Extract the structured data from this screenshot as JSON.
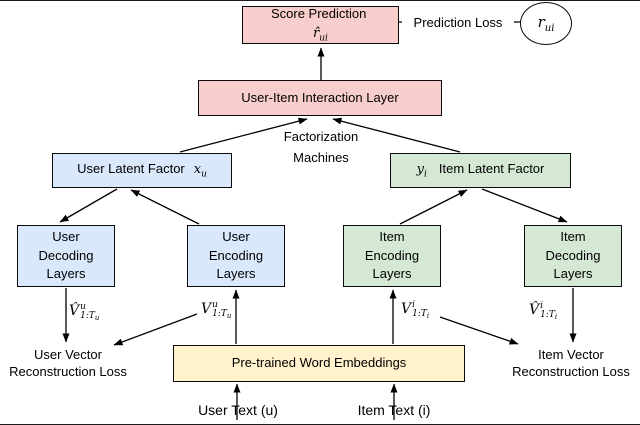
{
  "title": "Deep learning recommendation model architecture diagram",
  "colors": {
    "pink": "#f8cecc",
    "blue": "#dae8fc",
    "green": "#d5e8d4",
    "yellow": "#fff2cc",
    "border": "#0a0a0a",
    "line": "#000000",
    "background": "#ffffff"
  },
  "boxes": {
    "score": {
      "label": "Score Prediction"
    },
    "interaction": {
      "label": "User-Item Interaction Layer"
    },
    "user_latent": {
      "label": "User Latent Factor"
    },
    "item_latent": {
      "label": "Item Latent Factor"
    },
    "user_decoding": {
      "label": "User\nDecoding\nLayers"
    },
    "user_encoding": {
      "label": "User\nEncoding\nLayers"
    },
    "item_encoding": {
      "label": "Item\nEncoding\nLayers"
    },
    "item_decoding": {
      "label": "Item\nDecoding\nLayers"
    },
    "embeddings": {
      "label": "Pre-trained Word Embeddings"
    }
  },
  "texts": {
    "prediction_loss": "Prediction Loss",
    "factorization": "Factorization\nMachines",
    "user_recon_loss": "User Vector Reconstruction Loss",
    "item_recon_loss": "Item Vector Reconstruction Loss",
    "user_text": "User Text (u)",
    "item_text": "Item Text (i)"
  },
  "math": {
    "score_hat": {
      "base": "r̂",
      "sub": "ui"
    },
    "rating": {
      "base": "r",
      "sub": "ui"
    },
    "x_u": {
      "base": "x",
      "sub": "u"
    },
    "y_i": {
      "base": "y",
      "sub": "i"
    },
    "v_hat_u": {
      "base": "V̂",
      "sup": "u",
      "sub": "1:T",
      "subsub": "u"
    },
    "v_u": {
      "base": "V",
      "sup": "u",
      "sub": "1:T",
      "subsub": "u"
    },
    "v_i": {
      "base": "V",
      "sup": "i",
      "sub": "1:T",
      "subsub": "i"
    },
    "v_hat_i": {
      "base": "V̂",
      "sup": "i",
      "sub": "1:T",
      "subsub": "i"
    }
  }
}
